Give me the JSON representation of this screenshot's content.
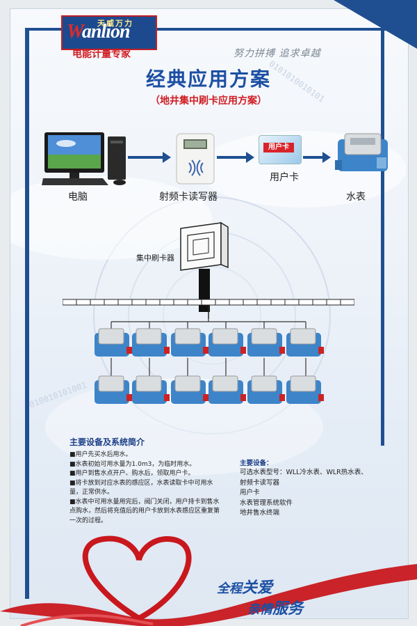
{
  "brand": {
    "logo_cn": "天威万力",
    "logo_en_initial": "W",
    "logo_en_rest": "anlion",
    "tagline": "电能计量专家",
    "slogan": "努力拼搏 追求卓越"
  },
  "header": {
    "title": "经典应用方案",
    "subtitle": "（地井集中刷卡应用方案）"
  },
  "flow": {
    "computer": "电脑",
    "rf_reader": "射频卡读写器",
    "user_card": "用户卡",
    "card_face": "用户卡",
    "water_meter": "水表"
  },
  "network": {
    "central_reader": "集中刷卡器",
    "meters_per_row": 6,
    "rows": 2
  },
  "intro": {
    "title": "主要设备及系统简介",
    "items": [
      "■用户先买水后用水。",
      "■水表初始可用水量为1.0m3，为临时用水。",
      "■用户到售水点开户、购水后，领取用户卡。",
      "■将卡放到对应水表的感应区，水表读取卡中可用水量，正常供水。",
      "■水表中可用水量用完后，阀门关闭，用户持卡到售水点购水，然后将充值后的用户卡放到水表感应区重复第一次的过程。"
    ]
  },
  "equipment": {
    "title": "主要设备：",
    "items": [
      "可选水表型号：WLL冷水表、WLR热水表、",
      "射频卡读写器",
      "用户卡",
      "水表管理系统软件",
      "地井售水终端"
    ]
  },
  "service": {
    "line1_a": "全程",
    "line1_b": "关爱",
    "line2_a": "亲情",
    "line2_b": "服务"
  },
  "colors": {
    "brand_blue": "#1f4f91",
    "title_blue": "#1b4fa3",
    "accent_red": "#d01c22"
  }
}
